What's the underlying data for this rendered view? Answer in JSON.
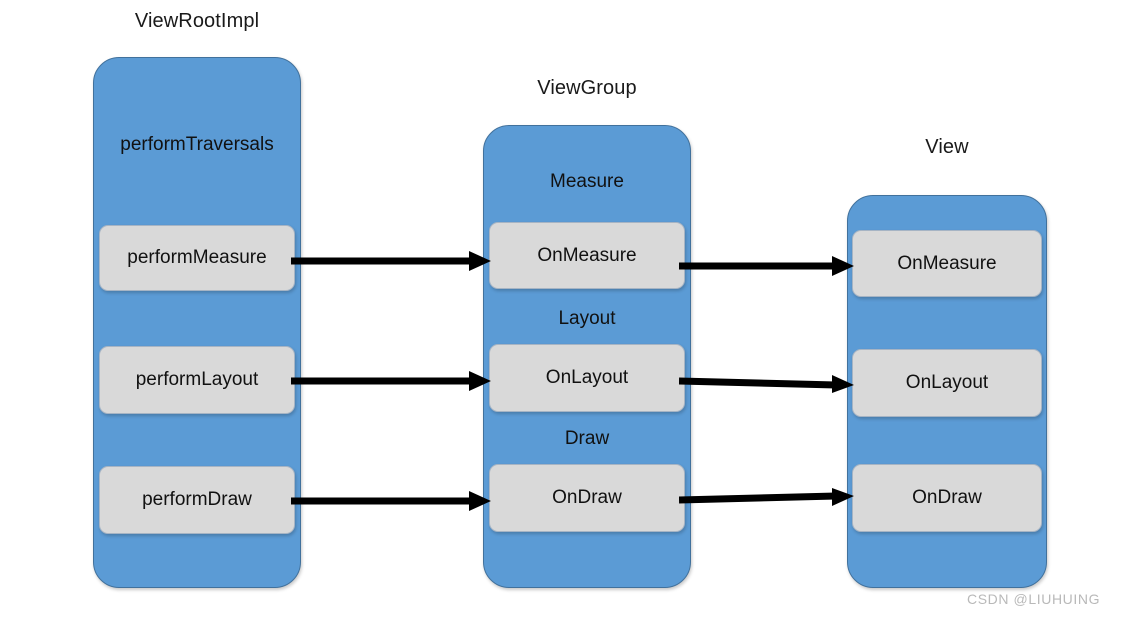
{
  "columns": [
    {
      "title": "ViewRootImpl",
      "panel_label": "performTraversals",
      "boxes": [
        {
          "label": "performMeasure"
        },
        {
          "label": "performLayout"
        },
        {
          "label": "performDraw"
        }
      ],
      "section_labels": []
    },
    {
      "title": "ViewGroup",
      "panel_label": "",
      "boxes": [
        {
          "label": "OnMeasure"
        },
        {
          "label": "OnLayout"
        },
        {
          "label": "OnDraw"
        }
      ],
      "section_labels": [
        {
          "label": "Measure"
        },
        {
          "label": "Layout"
        },
        {
          "label": "Draw"
        }
      ]
    },
    {
      "title": "View",
      "panel_label": "",
      "boxes": [
        {
          "label": "OnMeasure"
        },
        {
          "label": "OnLayout"
        },
        {
          "label": "OnDraw"
        }
      ],
      "section_labels": []
    }
  ],
  "arrows": [
    {
      "from": "performMeasure",
      "to": "OnMeasure"
    },
    {
      "from": "OnMeasure",
      "to": "OnMeasure"
    },
    {
      "from": "performLayout",
      "to": "OnLayout"
    },
    {
      "from": "OnLayout",
      "to": "OnLayout"
    },
    {
      "from": "performDraw",
      "to": "OnDraw"
    },
    {
      "from": "OnDraw",
      "to": "OnDraw"
    }
  ],
  "watermark": "CSDN @LIUHUING",
  "colors": {
    "panel_blue": "#5B9BD5",
    "panel_border": "#41719C",
    "box_grey": "#D9D9D9",
    "box_border": "#A6B4C4",
    "arrow": "#000000",
    "text": "#111111",
    "watermark": "#b9b9b9",
    "background": "#ffffff"
  }
}
